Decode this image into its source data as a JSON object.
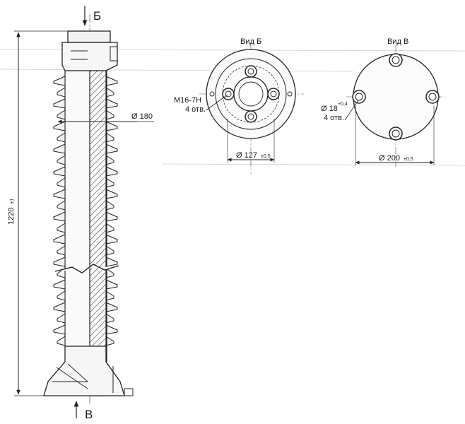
{
  "view_markers": {
    "top": "Б",
    "bottom": "В"
  },
  "dimensions": {
    "height": {
      "value": "1220",
      "tolerance": "±1"
    },
    "diameter": {
      "symbol": "Ø",
      "value": "180"
    }
  },
  "view_b": {
    "title": "Вид Б",
    "thread_label": "M16-7H",
    "holes_label": "4 отв.",
    "diameter": {
      "symbol": "Ø",
      "value": "127",
      "tolerance": "±0,5"
    }
  },
  "view_v": {
    "title": "Вид В",
    "hole_diameter": {
      "symbol": "Ø",
      "value": "18",
      "tolerance": "+0,4"
    },
    "holes_label": "4 отв.",
    "diameter": {
      "symbol": "Ø",
      "value": "200",
      "tolerance": "±0,5"
    }
  }
}
